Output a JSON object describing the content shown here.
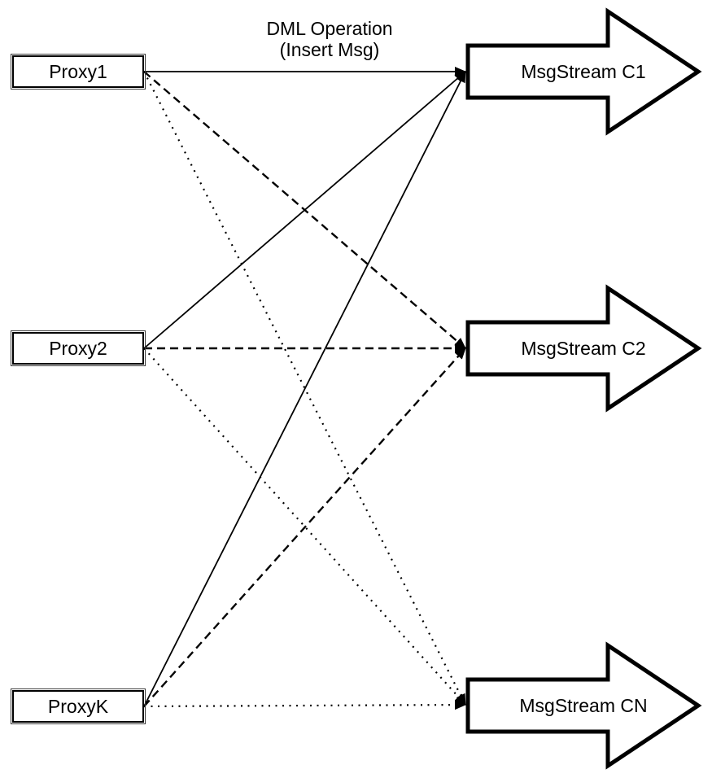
{
  "diagram": {
    "background": "#ffffff",
    "stroke_color": "#000000",
    "top_label": {
      "line1": "DML Operation",
      "line2": "(Insert Msg)"
    },
    "proxies": [
      {
        "id": "proxy1",
        "label": "Proxy1"
      },
      {
        "id": "proxy2",
        "label": "Proxy2"
      },
      {
        "id": "proxyk",
        "label": "ProxyK"
      }
    ],
    "streams": [
      {
        "id": "c1",
        "label": "MsgStream C1"
      },
      {
        "id": "c2",
        "label": "MsgStream C2"
      },
      {
        "id": "cn",
        "label": "MsgStream CN"
      }
    ],
    "connections": [
      {
        "from": "proxy1",
        "to": "c1",
        "style": "solid"
      },
      {
        "from": "proxy1",
        "to": "c2",
        "style": "dashed"
      },
      {
        "from": "proxy1",
        "to": "cn",
        "style": "dotted"
      },
      {
        "from": "proxy2",
        "to": "c1",
        "style": "solid"
      },
      {
        "from": "proxy2",
        "to": "c2",
        "style": "dashed"
      },
      {
        "from": "proxy2",
        "to": "cn",
        "style": "dotted"
      },
      {
        "from": "proxyk",
        "to": "c1",
        "style": "solid"
      },
      {
        "from": "proxyk",
        "to": "c2",
        "style": "dashed"
      },
      {
        "from": "proxyk",
        "to": "cn",
        "style": "dotted"
      }
    ]
  }
}
